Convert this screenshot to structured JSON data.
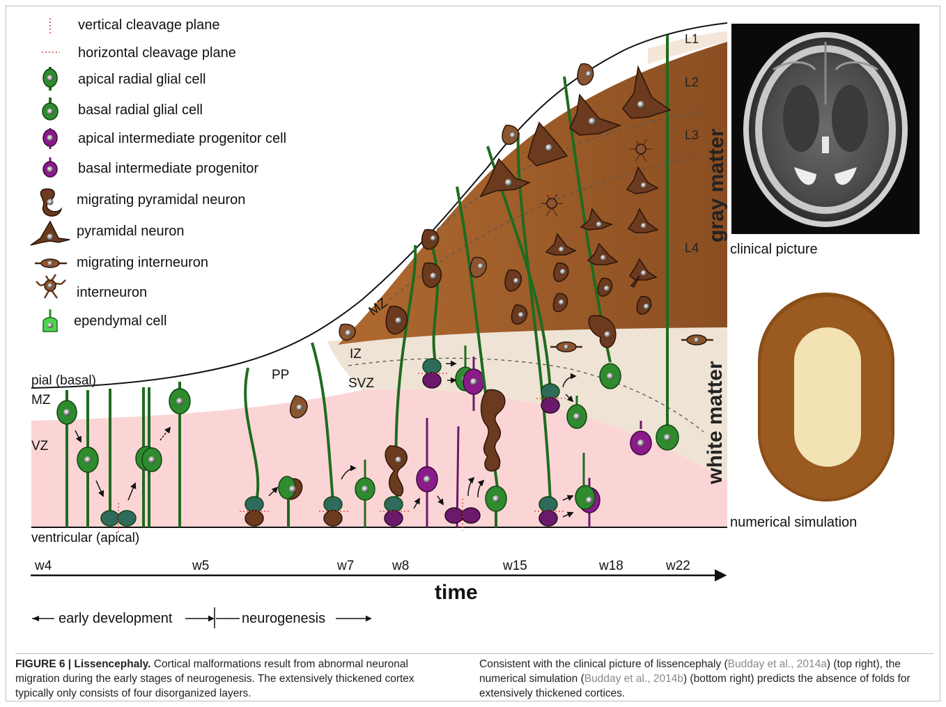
{
  "legend": [
    {
      "label": "vertical cleavage plane"
    },
    {
      "label": "horizontal cleavage plane"
    },
    {
      "label": "apical radial glial cell"
    },
    {
      "label": "basal radial glial cell"
    },
    {
      "label": "apical intermediate progenitor cell"
    },
    {
      "label": "basal intermediate progenitor"
    },
    {
      "label": "migrating pyramidal neuron"
    },
    {
      "label": "pyramidal neuron"
    },
    {
      "label": "migrating interneuron"
    },
    {
      "label": "interneuron"
    },
    {
      "label": "ependymal cell"
    }
  ],
  "zones": {
    "pial": "pial (basal)",
    "mz_left": "MZ",
    "vz": "VZ",
    "ventricular": "ventricular (apical)",
    "pp": "PP",
    "mz_curve": "MZ",
    "iz": "IZ",
    "svz": "SVZ"
  },
  "layers": [
    "L1",
    "L2",
    "L3",
    "L4"
  ],
  "gray_matter": "gray matter",
  "white_matter": "white matter",
  "weeks": [
    "w4",
    "w5",
    "w7",
    "w8",
    "w15",
    "w18",
    "w22"
  ],
  "time_label": "time",
  "phases": {
    "early": "early development",
    "neuro": "neurogenesis"
  },
  "side": {
    "clinical": "clinical picture",
    "numerical": "numerical simulation"
  },
  "colors": {
    "green": "#2e8b2e",
    "dark_green": "#1f6b1f",
    "brown": "#8a5530",
    "purple": "#8b1a8b",
    "pink": "#fbd5d5",
    "beige": "#efe3d6",
    "ependymal": "#4fd24f"
  },
  "caption": {
    "fig_label": "FIGURE 6 | Lissencephaly.",
    "left_text": " Cortical malformations result from abnormal neuronal migration during the early stages of neurogenesis. The extensively thickened cortex typically only consists of four disorganized layers.",
    "right_pre": "Consistent with the clinical picture of lissencephaly (",
    "cite1": "Budday et al., 2014a",
    "right_mid": ") (top right), the numerical simulation (",
    "cite2": "Budday et al., 2014b",
    "right_post": ") (bottom right) predicts the absence of folds for extensively thickened cortices."
  }
}
